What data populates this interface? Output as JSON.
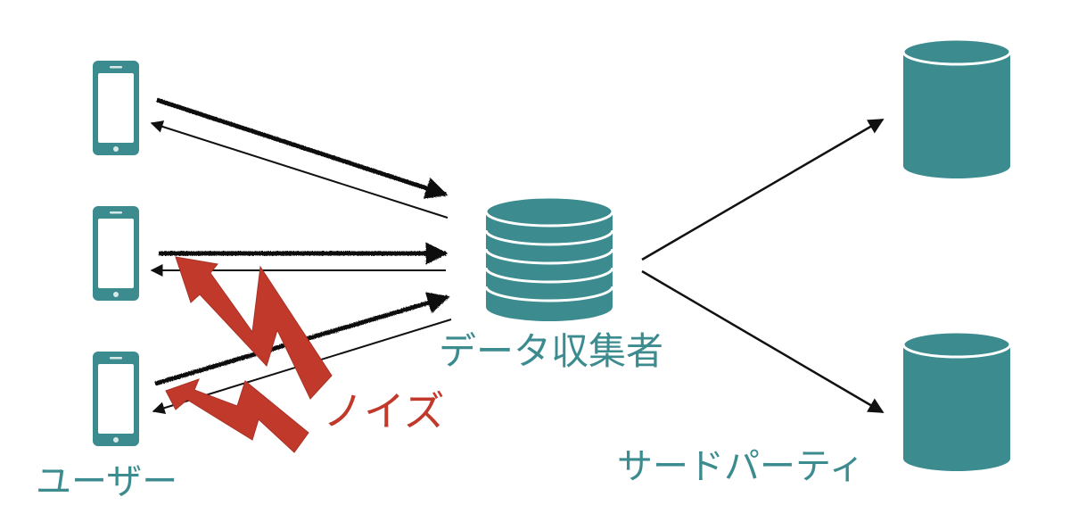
{
  "labels": {
    "users": "ユーザー",
    "collector": "データ収集者",
    "third_party": "サードパーティ",
    "noise": "ノイズ"
  },
  "colors": {
    "teal": "#3b8b8f",
    "noise_red": "#c0392b",
    "arrow_black": "#111111",
    "background": "#ffffff"
  },
  "icons": {
    "user_device": "smartphone-icon",
    "collector_db": "database-stack-icon",
    "third_party_db": "database-cylinder-icon",
    "noise_symbol": "lightning-bolt-icon"
  }
}
